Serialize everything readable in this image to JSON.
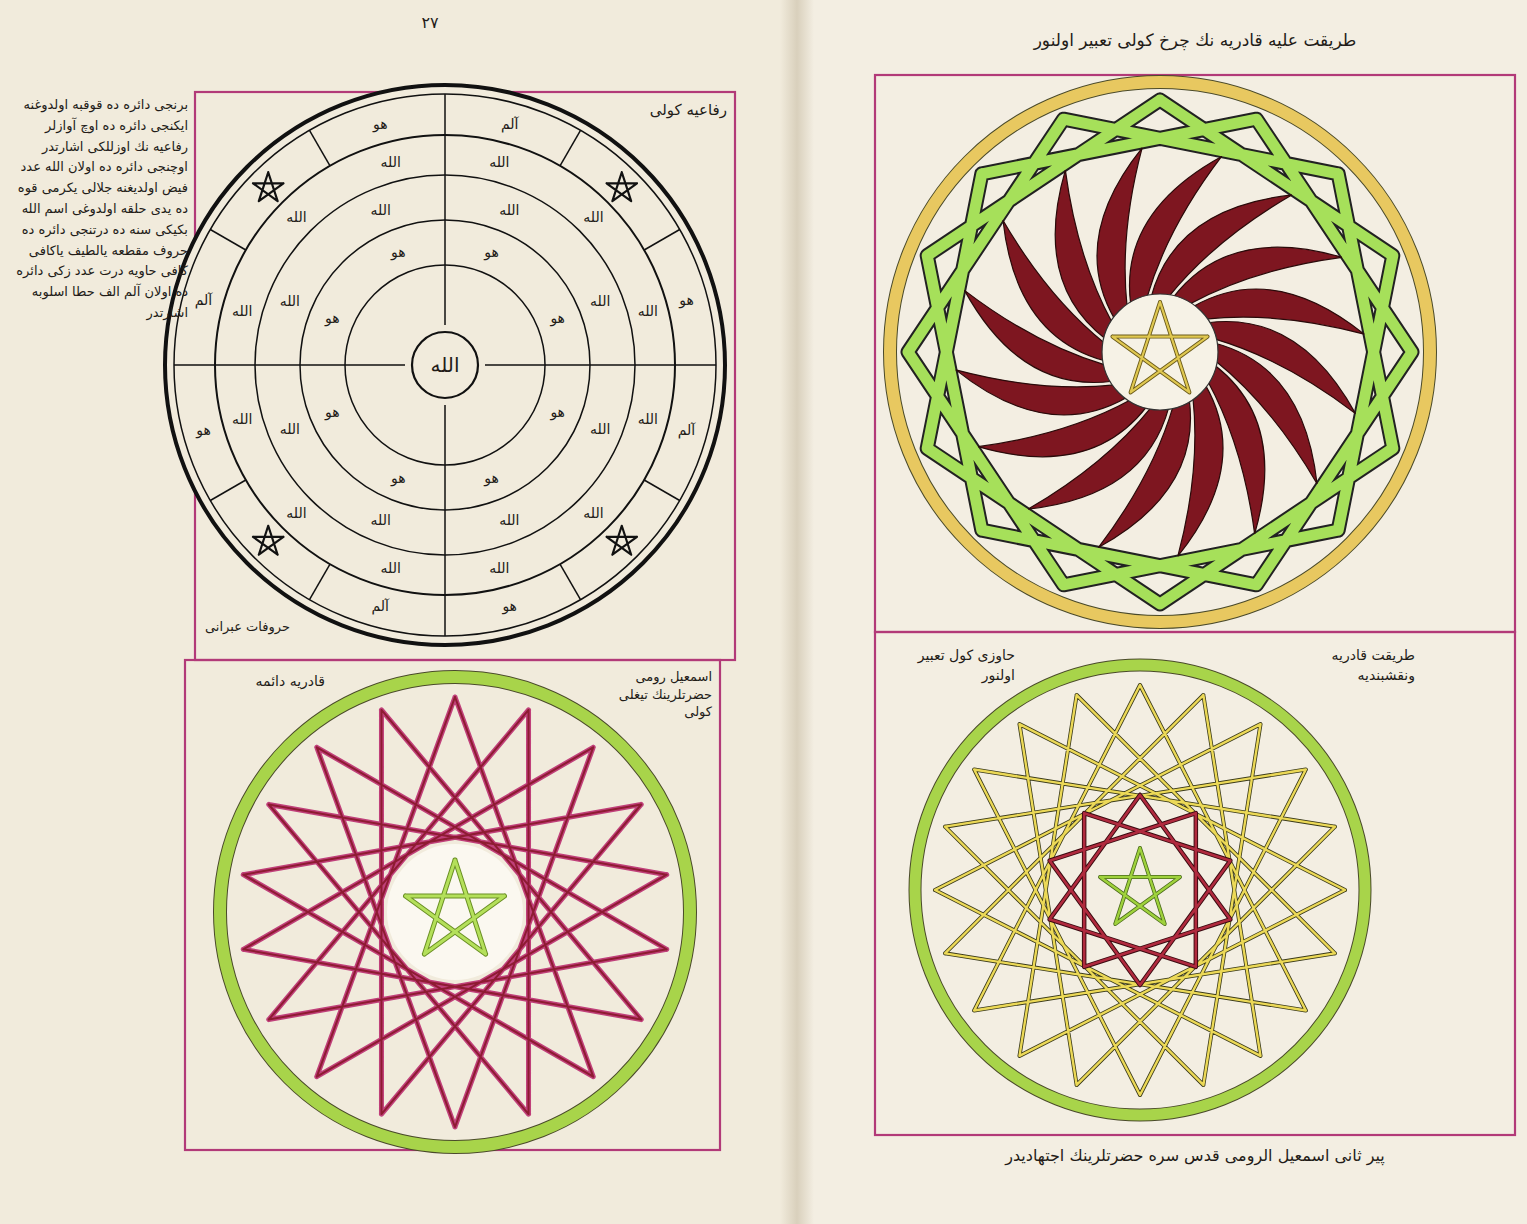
{
  "diagram": {
    "caption": "پير ثانى اسمعيل الرومى قدس سره حضرتلرينك اجتهاديدر",
    "nodes": [
      {
        "text": [
          "رفاعيه كولى"
        ]
      },
      {
        "text": [
          "الله"
        ],
        "in": 0
      },
      {
        "text": [
          "اسمعيل رومى حضرتلرينك تيغلى كولى",
          "قادريه دائمه"
        ]
      },
      {
        "text": [
          "طريقت عليه قادريه نك چرخ كولى تعبير اولنور"
        ]
      },
      {
        "text": [
          "طريقت قادريه ونقشبنديه",
          "حاوزى كول تعبير اولنور"
        ]
      }
    ],
    "labels": [
      "٢٧",
      "برنجى دائره ده قوقبه اولدوغنه ايكنجى دائره ده اوچ آوازلر رفاعيه نك اوزللكى اشارتدر اوچنجى دائره ده اولان الله عدد فيض اولديغنه جلالى يكرمى قوه ده يدى حلقه اولدوغى اسم الله بكيكى سنه ده درتنجى دائره ده حروف مقطعه يالطيف ياكافى كافى حاويه درت عدد زكى دائره ده اولان آلم الف حطا اسلوبه اشارتدر",
      "حروفات عبرانى",
      "هو",
      "هو",
      "هو",
      "هو",
      "هو",
      "هو",
      "هو",
      "هو",
      "الله",
      "الله",
      "الله",
      "الله",
      "الله",
      "الله",
      "الله",
      "الله",
      "الله",
      "الله",
      "الله",
      "الله",
      "الله",
      "الله",
      "الله",
      "الله",
      "الله",
      "الله",
      "الله",
      "الله",
      "آلم",
      "هو",
      "آلم",
      "هو",
      "آلم",
      "هو",
      "آلم",
      "هو"
    ]
  }
}
